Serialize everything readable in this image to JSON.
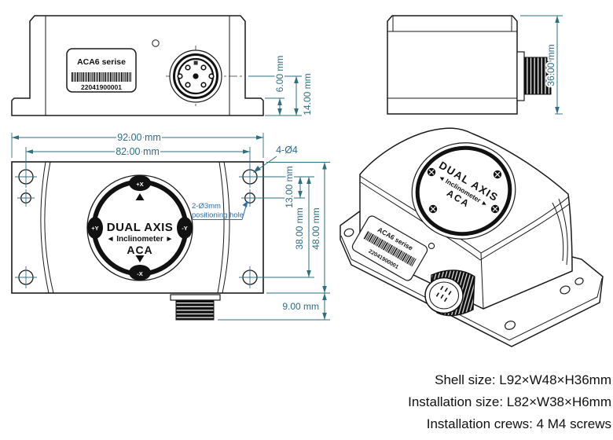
{
  "front_view": {
    "label_title": "ACA6 serise",
    "label_serial": "22041900001",
    "dim_flange_height": "6.00 mm",
    "dim_connector_height": "14.00 mm"
  },
  "side_view": {
    "dim_height": "36.00 mm"
  },
  "top_view": {
    "dim_length": "92.00 mm",
    "dim_hole_span": "82.00 mm",
    "dim_hole_offset": "13.00 mm",
    "dim_hole_vspan": "38.00 mm",
    "dim_width": "48.00 mm",
    "dim_connector": "9.00 mm",
    "corner_holes_label": "4-Ø4",
    "positioning_label_line1": "2-Ø3mm",
    "positioning_label_line2": "positioning hole",
    "logo": {
      "line1": "DUAL AXIS",
      "line2": "◄ Inclinometer ►",
      "line3": "ACA",
      "axis_top": "+X",
      "axis_bottom": "-X",
      "axis_left": "+Y",
      "axis_right": "-Y"
    }
  },
  "iso_view": {
    "label_title": "ACA6 serise",
    "label_serial": "22041900001",
    "logo_line1": "DUAL AXIS",
    "logo_line2": "◄ Inclinometer ►",
    "logo_line3": "ACA"
  },
  "notes": {
    "shell_size": "Shell size: L92×W48×H36mm",
    "installation_size": "Installation size: L82×W38×H6mm",
    "installation_screws": "Installation crews: 4 M4 screws"
  },
  "colors": {
    "dimension": "#2d6e80",
    "leader": "#2e6da8",
    "line": "#1a1a1a"
  }
}
